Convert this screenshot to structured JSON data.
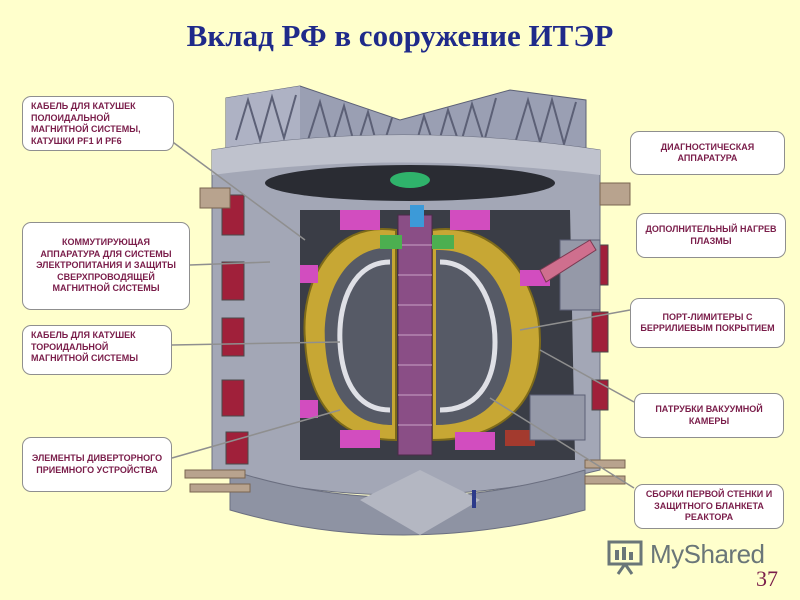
{
  "slide": {
    "title": "Вклад РФ в сооружение ИТЭР",
    "page_number": "37"
  },
  "callouts": {
    "pf_cable": "КАБЕЛЬ ДЛЯ КАТУШЕК ПОЛОИДАЛЬНОЙ МАГНИТНОЙ СИСТЕМЫ, КАТУШКИ PF1  И PF6",
    "switching": "КОММУТИРУЮЩАЯ АППАРАТУРА ДЛЯ СИСТЕМЫ ЭЛЕКТРОПИТАНИЯ И ЗАЩИТЫ СВЕРХПРОВОДЯЩЕЙ МАГНИТНОЙ СИСТЕМЫ",
    "tf_cable": "КАБЕЛЬ ДЛЯ КАТУШЕК ТОРОИДАЛЬНОЙ МАГНИТНОЙ СИСТЕМЫ",
    "divertor": "ЭЛЕМЕНТЫ ДИВЕРТОРНОГО ПРИЕМНОГО УСТРОЙСТВА",
    "diagnostics": "ДИАГНОСТИЧЕСКАЯ АППАРАТУРА",
    "heating": "ДОПОЛНИТЕЛЬНЫЙ НАГРЕВ ПЛАЗМЫ",
    "port_limiters": "ПОРТ-ЛИМИТЕРЫ С БЕРРИЛИЕВЫМ ПОКРЫТИЕМ",
    "vacuum_nozzles": "ПАТРУБКИ ВАКУУМНОЙ КАМЕРЫ",
    "first_wall": "СБОРКИ ПЕРВОЙ СТЕНКИ И ЗАЩИТНОГО БЛАНКЕТА РЕАКТОРА"
  },
  "watermark": {
    "text": "MyShared",
    "icon": "presentation-board-icon"
  },
  "colors": {
    "background": "#ffffcc",
    "title": "#1f2a8a",
    "callout_text": "#7a1d4a"
  }
}
